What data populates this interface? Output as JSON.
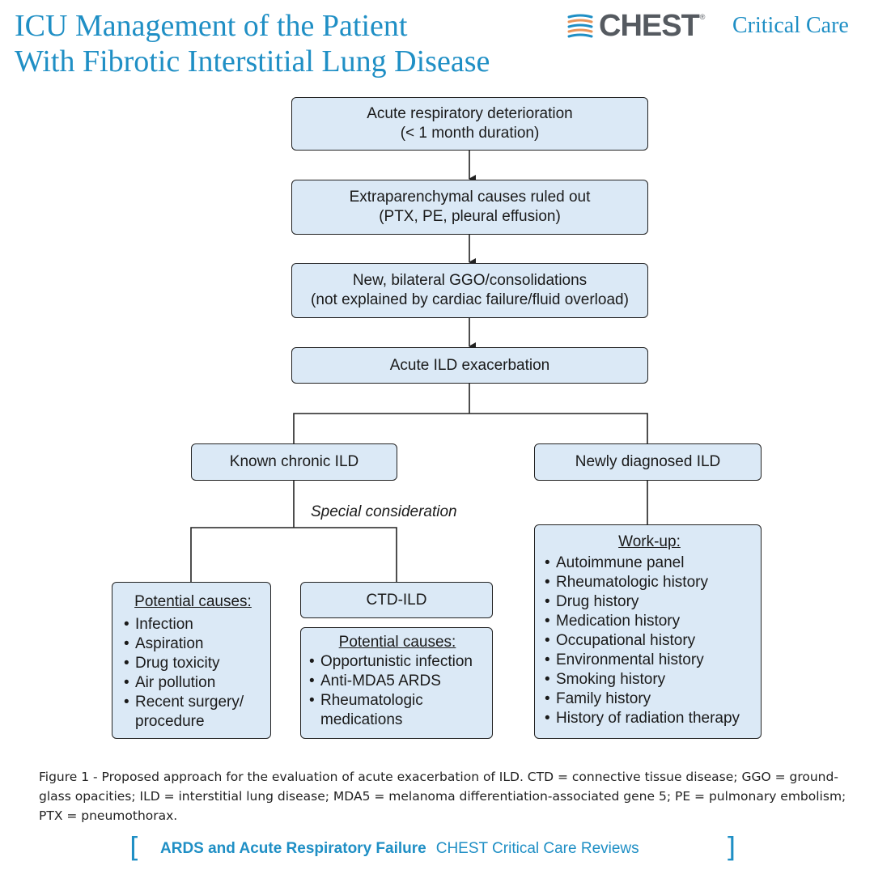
{
  "header": {
    "title_line1": "ICU Management of the Patient",
    "title_line2": "With Fibrotic Interstitial Lung Disease",
    "logo_word": "CHEST",
    "logo_reg": "®",
    "logo_sub": "Critical Care"
  },
  "flow": {
    "box1": {
      "line1": "Acute respiratory deterioration",
      "line2": "(< 1 month duration)"
    },
    "box2": {
      "line1": "Extraparenchymal causes ruled out",
      "line2": "(PTX, PE, pleural effusion)"
    },
    "box3": {
      "line1": "New, bilateral GGO/consolidations",
      "line2": "(not explained by cardiac failure/fluid overload)"
    },
    "box4": "Acute ILD exacerbation",
    "known": "Known chronic ILD",
    "newly": "Newly diagnosed ILD",
    "special": "Special consideration",
    "ctd": "CTD-ILD",
    "potential_left": {
      "title": "Potential causes:",
      "items": [
        "Infection",
        "Aspiration",
        "Drug toxicity",
        "Air pollution",
        "Recent surgery/",
        "procedure"
      ]
    },
    "potential_ctd": {
      "title": "Potential causes:",
      "items": [
        "Opportunistic infection",
        "Anti-MDA5 ARDS",
        "Rheumatologic",
        "medications"
      ]
    },
    "workup": {
      "title": "Work-up:",
      "items": [
        "Autoimmune panel",
        "Rheumatologic history",
        "Drug history",
        "Medication history",
        "Occupational history",
        "Environmental history",
        "Smoking history",
        "Family history",
        "History of radiation therapy"
      ]
    }
  },
  "caption": "Figure 1 - Proposed approach for the evaluation of acute exacerbation of ILD. CTD = connective tissue disease; GGO = ground-glass opacities; ILD = interstitial lung disease; MDA5 = melanoma differentiation-associated gene 5; PE = pulmonary embolism; PTX = pneumothorax.",
  "footer": {
    "left_bracket": "[",
    "bold": "ARDS and Acute Respiratory Failure",
    "normal": "CHEST Critical Care Reviews",
    "right_bracket": "]"
  },
  "colors": {
    "accent": "#1f8fc5",
    "box_fill": "#dbe9f6",
    "logo_gray": "#555a60",
    "logo_orange": "#e8955b"
  }
}
